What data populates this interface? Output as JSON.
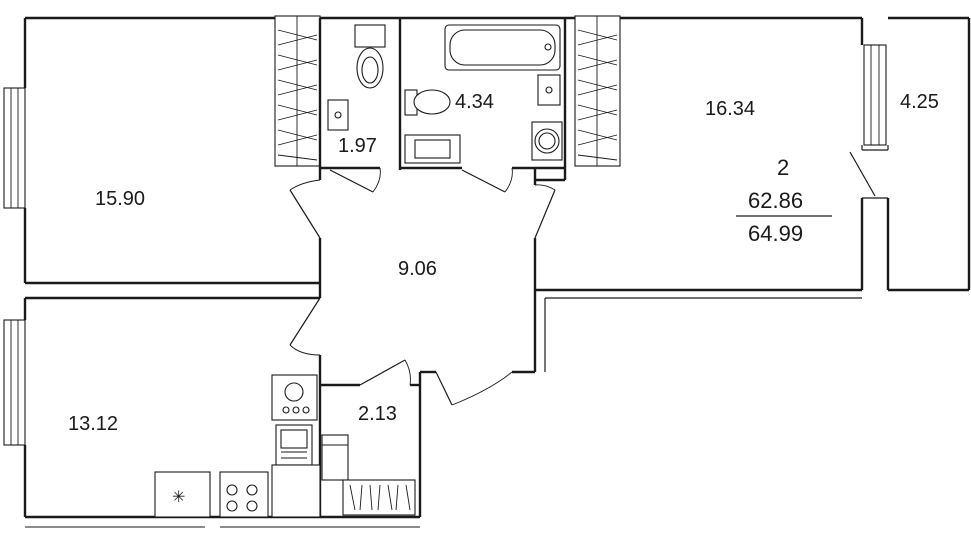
{
  "rooms": {
    "room_left_top": "15.90",
    "toilet": "1.97",
    "bathroom": "4.34",
    "room_right": "16.34",
    "balcony": "4.25",
    "hall": "9.06",
    "kitchen": "13.12",
    "storage": "2.13"
  },
  "summary": {
    "room_count": "2",
    "living_area": "62.86",
    "total_area": "64.99"
  }
}
